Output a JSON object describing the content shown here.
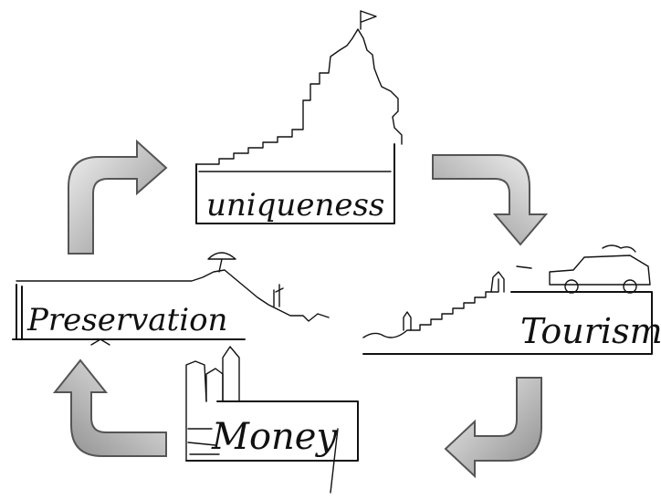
{
  "diagram": {
    "nodes": {
      "uniqueness": {
        "label": "uniqueness"
      },
      "tourism": {
        "label": "Tourism"
      },
      "money": {
        "label": "Money"
      },
      "preservation": {
        "label": "Preservation"
      }
    },
    "cycle_order": [
      "uniqueness",
      "tourism",
      "money",
      "preservation"
    ],
    "arrow_fill": {
      "light": "#f2f2f2",
      "dark": "#8c8c8c",
      "outline": "#555555"
    },
    "ink_color": "#111111"
  }
}
